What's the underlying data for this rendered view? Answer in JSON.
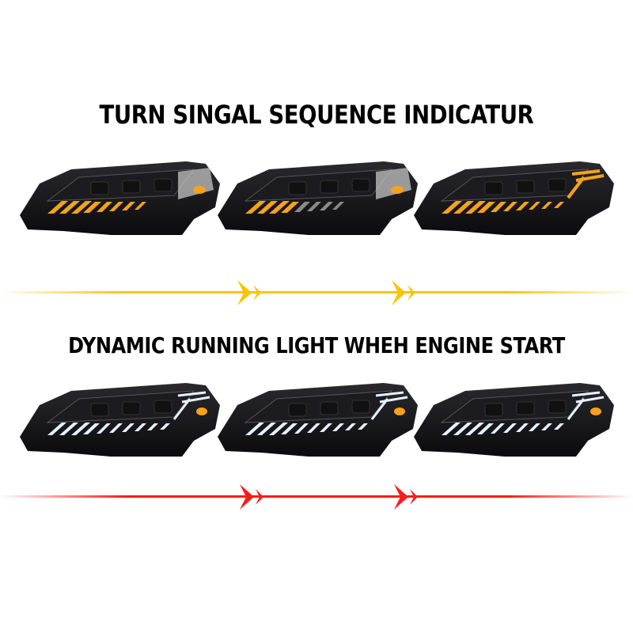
{
  "section_turn_signal": {
    "title": "TURN SINGAL SEQUENCE INDICATUR",
    "light_color": "#f6a21a",
    "arrow_color": "#f7c600",
    "frames": [
      {
        "state": "partial-amber-sequence"
      },
      {
        "state": "early-amber-sequence"
      },
      {
        "state": "full-amber-sequence"
      }
    ]
  },
  "section_running_light": {
    "title": "DYNAMIC RUNNING LIGHT WHEH ENGINE START",
    "light_color": "#e8f0ff",
    "arrow_color": "#ff1a1a",
    "frames": [
      {
        "state": "white-drl"
      },
      {
        "state": "white-drl"
      },
      {
        "state": "white-drl"
      }
    ]
  }
}
